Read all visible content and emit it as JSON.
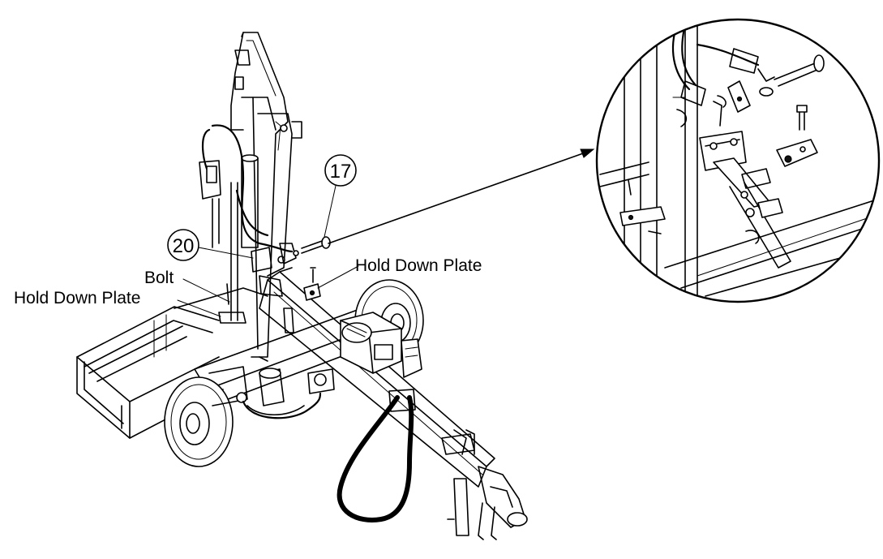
{
  "callouts": {
    "part_17": "17",
    "part_20": "20"
  },
  "labels": {
    "bolt": "Bolt",
    "hold_down_plate_left": "Hold Down Plate",
    "hold_down_plate_right": "Hold Down Plate"
  }
}
